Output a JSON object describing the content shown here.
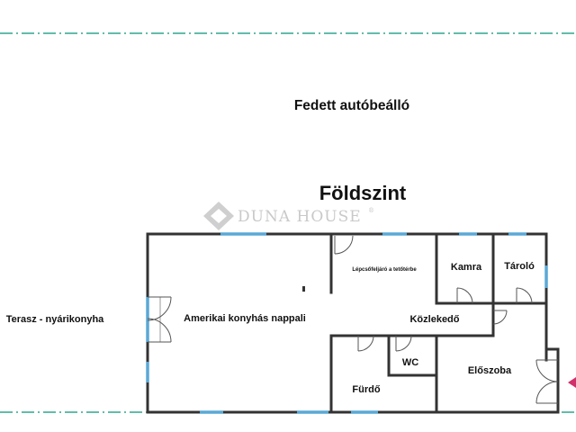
{
  "title": "Földszint",
  "labels": {
    "carport": "Fedett autóbeálló",
    "terrace": "Terasz - nyárikonyha",
    "living": "Amerikai konyhás nappali",
    "stairs": "Lépcsőfeljáró a tetőtérbe",
    "pantry": "Kamra",
    "storage": "Tároló",
    "corridor": "Közlekedő",
    "wc": "WC",
    "bathroom": "Fürdő",
    "hall": "Előszoba"
  },
  "watermark": {
    "text": "DUNA HOUSE"
  },
  "colors": {
    "wall": "#333333",
    "window": "#5aa9d6",
    "boundary": "#2fa58f",
    "door": "#555555",
    "entrance_marker": "#d1306a"
  }
}
